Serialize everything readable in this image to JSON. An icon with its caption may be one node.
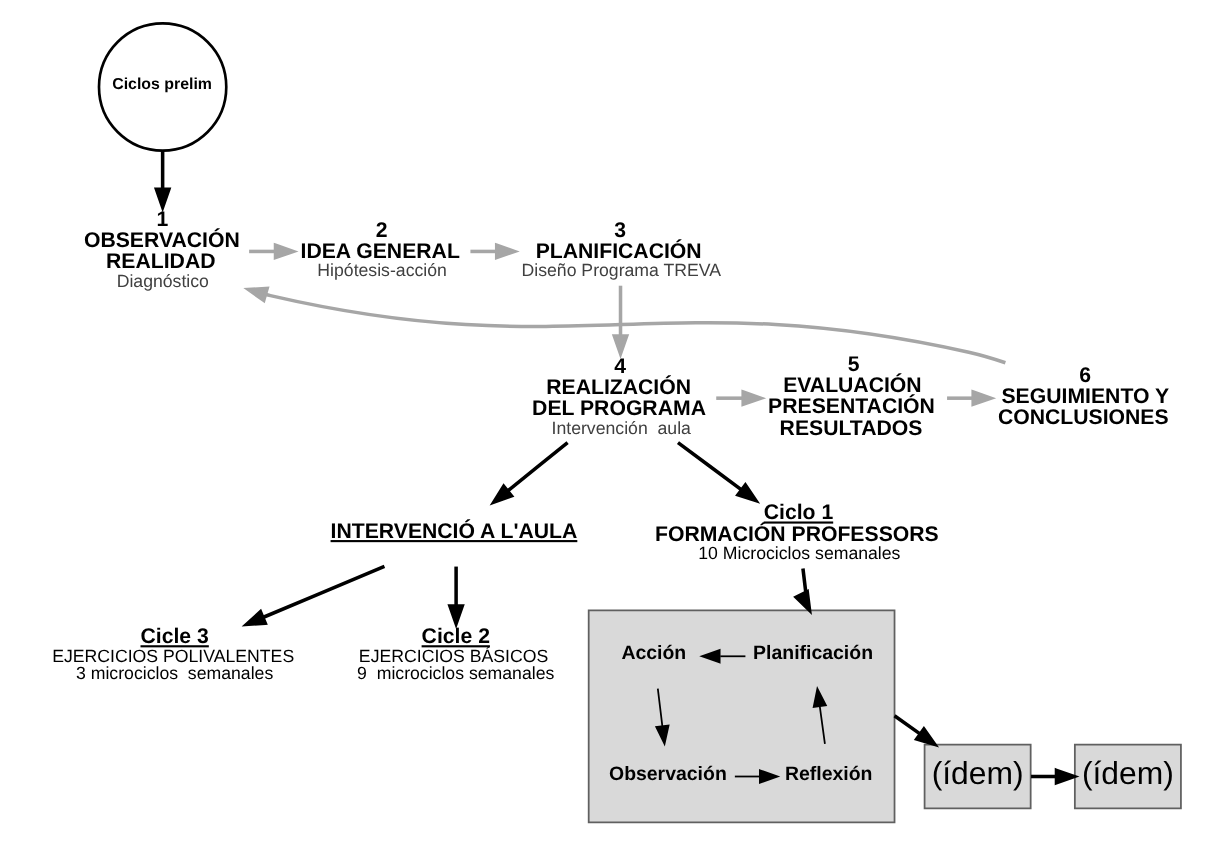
{
  "diagram": {
    "nodes": [
      {
        "text": [
          "Ciclos prelim"
        ]
      },
      {
        "text": [
          "1",
          "OBSERVACIÓN REALIDAD",
          "Diagnóstico"
        ]
      },
      {
        "text": [
          "2",
          "IDEA GENERAL",
          "Hipótesis-acción"
        ]
      },
      {
        "text": [
          "3",
          "PLANIFICACIÓN",
          "Diseño Programa TREVA"
        ]
      },
      {
        "text": [
          "4",
          "REALIZACIÓN DEL PROGRAMA",
          "Intervención  aula"
        ]
      },
      {
        "text": [
          "5",
          "EVALUACIÓN PRESENTACIÓN RESULTADOS"
        ]
      },
      {
        "text": [
          "6",
          "SEGUIMIENTO Y CONCLUSIONES"
        ]
      },
      {
        "text": [
          "INTERVENCIÓ A L'AULA"
        ]
      },
      {
        "text": [
          "Ciclo 1",
          "FORMACIÓN PROFESSORS"
        ],
        "beside": [
          "10 Microciclos semanales"
        ]
      },
      {
        "text": [
          "Cicle 3",
          "EJERCICIOS POLIVALENTES"
        ],
        "beside": [
          "3 microciclos  semanales"
        ]
      },
      {
        "text": [
          "Cicle 2",
          "EJERCICIOS BÁSICOS"
        ],
        "beside": [
          "9  microciclos semanales"
        ]
      },
      {
        "text": [],
        "shape": "box"
      },
      {
        "text": [
          "Planificación"
        ],
        "in": 11
      },
      {
        "text": [
          "Acción"
        ],
        "in": 11
      },
      {
        "text": [
          "Observación"
        ],
        "in": 11
      },
      {
        "text": [
          "Reflexión"
        ],
        "in": 11
      },
      {
        "text": [
          "(ídem)"
        ]
      },
      {
        "text": [
          "(ídem)"
        ]
      }
    ],
    "edges": [
      {
        "from": 0,
        "to": 1,
        "arrow": "to"
      },
      {
        "from": 1,
        "to": 2,
        "arrow": "to",
        "color": "#a6a6a6"
      },
      {
        "from": 2,
        "to": 3,
        "arrow": "to",
        "color": "#a6a6a6"
      },
      {
        "from": 3,
        "to": 4,
        "arrow": "to",
        "color": "#a6a6a6"
      },
      {
        "from": 4,
        "to": 5,
        "arrow": "to",
        "color": "#a6a6a6"
      },
      {
        "from": 5,
        "to": 6,
        "arrow": "to",
        "color": "#a6a6a6"
      },
      {
        "from": 6,
        "to": 1,
        "arrow": "to",
        "color": "#a6a6a6"
      },
      {
        "from": 4,
        "to": 7,
        "arrow": "to"
      },
      {
        "from": 4,
        "to": 8,
        "arrow": "to"
      },
      {
        "from": 7,
        "to": 9,
        "arrow": "to"
      },
      {
        "from": 7,
        "to": 10,
        "arrow": "to"
      },
      {
        "from": 8,
        "to": 11,
        "arrow": "to"
      },
      {
        "from": 12,
        "to": 13,
        "arrow": "to"
      },
      {
        "from": 13,
        "to": 14,
        "arrow": "to"
      },
      {
        "from": 14,
        "to": 15,
        "arrow": "to"
      },
      {
        "from": 15,
        "to": 12,
        "arrow": "to"
      },
      {
        "from": 11,
        "to": 17,
        "arrow": "to"
      },
      {
        "from": 17,
        "to": 16,
        "arrow": "to"
      }
    ]
  }
}
